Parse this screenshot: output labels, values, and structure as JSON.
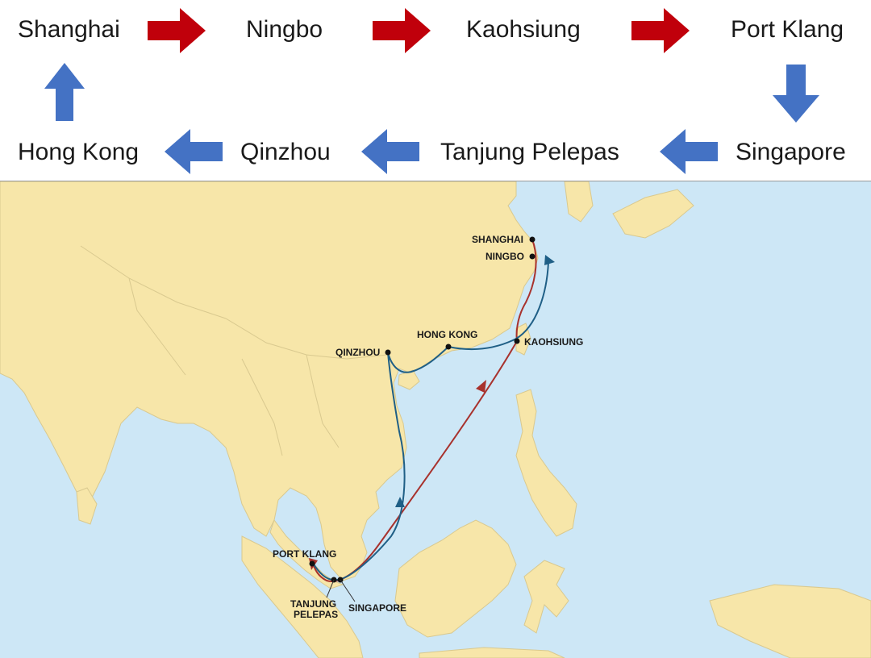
{
  "sequence": {
    "top_row": [
      "Shanghai",
      "Ningbo",
      "Kaohsiung",
      "Port Klang"
    ],
    "bottom_row": [
      "Hong Kong",
      "Qinzhou",
      "Tanjung Pelepas",
      "Singapore"
    ]
  },
  "map": {
    "labels": {
      "shanghai": "SHANGHAI",
      "ningbo": "NINGBO",
      "kaohsiung": "KAOHSIUNG",
      "hong_kong": "HONG KONG",
      "qinzhou": "QINZHOU",
      "port_klang": "PORT KLANG",
      "tanjung_pelepas_1": "TANJUNG",
      "tanjung_pelepas_2": "PELEPAS",
      "singapore": "SINGAPORE"
    },
    "colors": {
      "sea": "#cde7f6",
      "land": "#f7e6a9",
      "border": "#d9c98f",
      "southbound_route": "#a8322d",
      "northbound_route": "#1f5f86",
      "red_arrow": "#c0000b",
      "blue_arrow": "#4472c4"
    }
  }
}
